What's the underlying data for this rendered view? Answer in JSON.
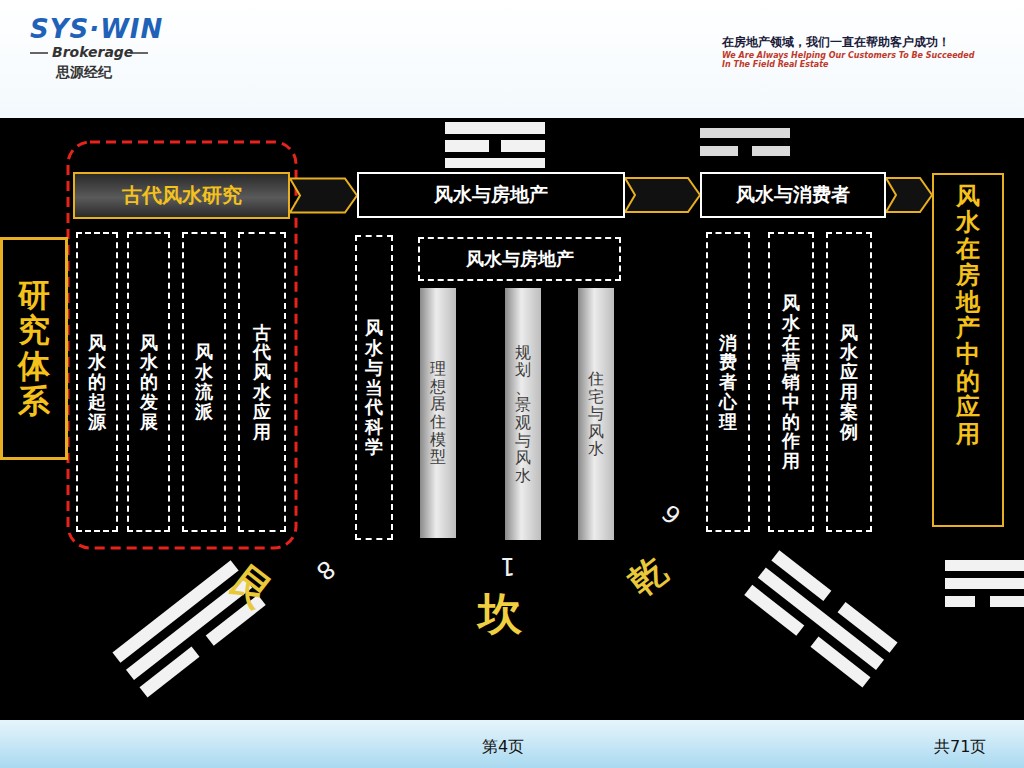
{
  "diagram": {
    "nodes": [
      {
        "text": [
          "研究体系"
        ]
      },
      {
        "text": [
          "古代风水研究"
        ]
      },
      {
        "text": [
          "风水的起源"
        ]
      },
      {
        "text": [
          "风水的发展"
        ]
      },
      {
        "text": [
          "风水流派"
        ]
      },
      {
        "text": [
          "古代风水应用"
        ]
      },
      {
        "text": [
          "风水与房地产"
        ]
      },
      {
        "text": [
          "风水与当代科学"
        ]
      },
      {
        "text": [
          "风水与房地产"
        ]
      },
      {
        "text": [
          "理想居住模型"
        ]
      },
      {
        "text": [
          "规划、景观与风水"
        ]
      },
      {
        "text": [
          "住宅与风水"
        ]
      },
      {
        "text": [
          "风水与消费者"
        ]
      },
      {
        "text": [
          "消费者心理"
        ]
      },
      {
        "text": [
          "风水在营销中的作用"
        ]
      },
      {
        "text": [
          "风水应用案例"
        ]
      },
      {
        "text": [
          "风水在房地产中的应用"
        ]
      }
    ],
    "edges": [
      {
        "from": 1,
        "to": 6,
        "arrow": "to"
      },
      {
        "from": 6,
        "to": 12,
        "arrow": "to"
      },
      {
        "from": 12,
        "to": 16,
        "arrow": "to"
      }
    ],
    "labels": [
      "SYS·WIN",
      "Brokerage",
      "思源经纪",
      "在房地产领域，我们一直在帮助客户成功！",
      "We Are Always Helping Our Customers To Be Succeeded",
      "In The Field Real Estate",
      "坎",
      "1",
      "艮",
      "8",
      "乾",
      "6",
      "第4页",
      "共71页"
    ]
  }
}
